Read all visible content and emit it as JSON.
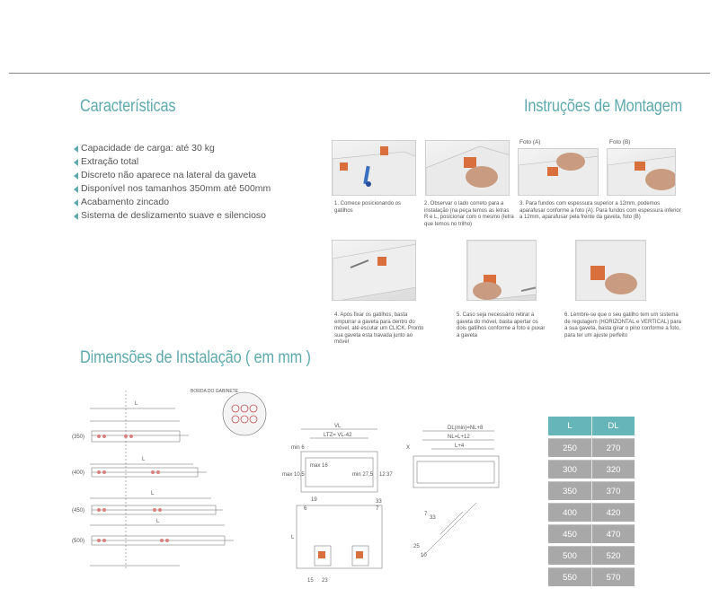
{
  "sections": {
    "features_title": "Características",
    "assembly_title": "Instruções de Montagem",
    "dimensions_title": "Dimensões de Instalação ( em mm )"
  },
  "features": [
    "Capacidade de carga: até 30 kg",
    "Extração total",
    "Discreto não aparece na lateral da gaveta",
    "Disponível nos tamanhos 350mm até 500mm",
    "Acabamento zincado",
    "Sistema de deslizamento suave e silencioso"
  ],
  "assembly": {
    "photo_a_label": "Foto (A)",
    "photo_b_label": "Foto (B)",
    "steps": [
      "1. Comece posicionando os gatilhos",
      "2. Observar o lado correto para a instalação (na peça temos as letras R e L, posicionar com o mesmo (letra que temos no trilho)",
      "3. Para fundos com espessura superior a 12mm, podemos aparafusar conforme a foto (A). Para fundos com espessura inferior a 12mm, aparafusar pela frente da gaveta, foto (B)",
      "4. Após fixar os gatilhos, basta empurrar a gaveta para dentro do móvel, até escutar um CLICK. Pronto sua gaveta esta travada junto ao móvel",
      "5. Caso seja necessário retirar a gaveta do móvel, basta apertar os dois gatilhos conforme a foto e puxar a gaveta",
      "6. Lembre-se que o seu gatilho tem um sistema de regulagem (HORIZONTAL e VERTICAL) para a sua gaveta, basta girar o pino conforme a foto, para ter um ajuste perfeito"
    ]
  },
  "drawings": {
    "rail_sizes": [
      "(350)",
      "(400)",
      "(450)",
      "(500)"
    ],
    "rail_label": "L",
    "detail_label": "BORDA DO GABINETE",
    "front": {
      "vl": "VL",
      "ltz": "LTZ= VL-42",
      "max16": "max 16",
      "min6": "min 6",
      "max105": "max 10,5",
      "min275": "min 27,5",
      "d12": "12",
      "d37": "37",
      "d19": "19",
      "d6": "6",
      "d33": "33",
      "d7": "7",
      "d15": "15",
      "d23": "23",
      "l": "L"
    },
    "side": {
      "dl": "DL(min)=NL+8",
      "nl": "NL=L+12",
      "l4": "L+4",
      "x": "X",
      "d33": "33",
      "d7": "7",
      "d25": "25",
      "d10": "10"
    }
  },
  "table": {
    "headers": [
      "L",
      "DL"
    ],
    "rows": [
      [
        "250",
        "270"
      ],
      [
        "300",
        "320"
      ],
      [
        "350",
        "370"
      ],
      [
        "400",
        "420"
      ],
      [
        "450",
        "470"
      ],
      [
        "500",
        "520"
      ],
      [
        "550",
        "570"
      ]
    ]
  },
  "colors": {
    "accent": "#5ea9ad",
    "table_header": "#66b5b8",
    "table_cell": "#a8a8a8",
    "text": "#555555"
  }
}
